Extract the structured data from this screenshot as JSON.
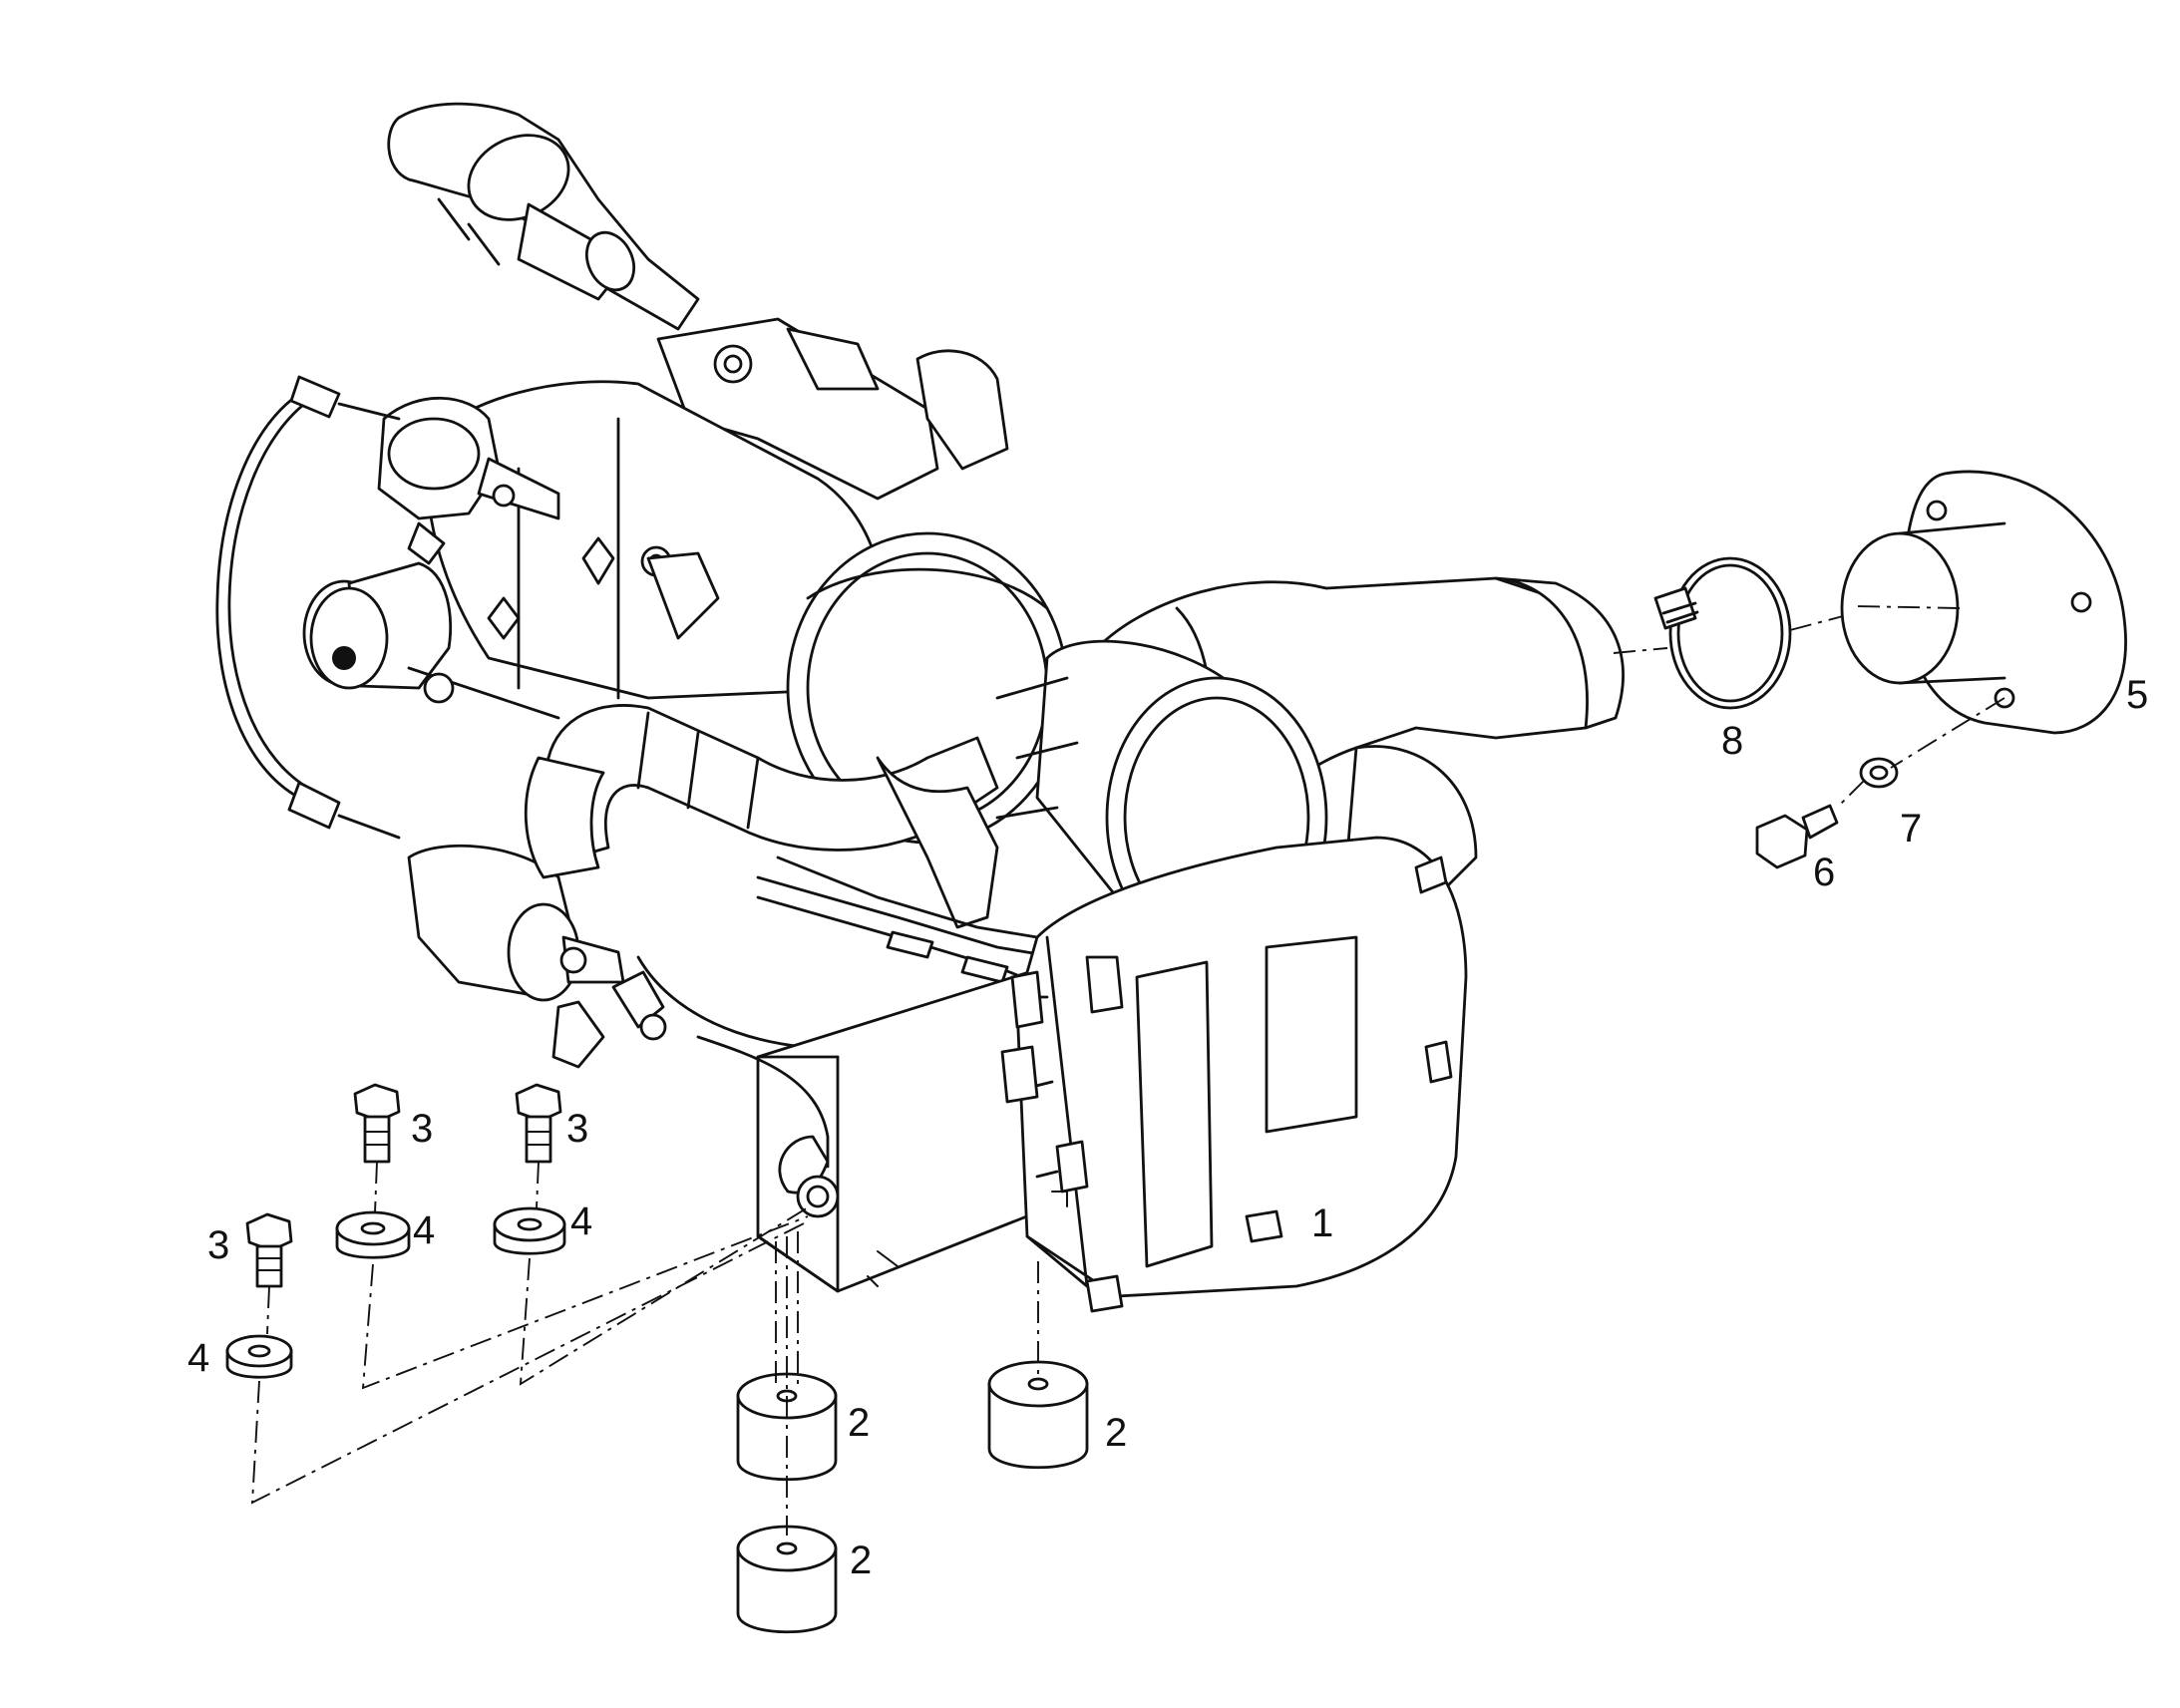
{
  "colors": {
    "line": "#111111",
    "background": "#ffffff"
  },
  "callouts": [
    {
      "id": "c1",
      "label": "1"
    },
    {
      "id": "c2a",
      "label": "2"
    },
    {
      "id": "c2b",
      "label": "2"
    },
    {
      "id": "c2c",
      "label": "2"
    },
    {
      "id": "c3a",
      "label": "3"
    },
    {
      "id": "c3b",
      "label": "3"
    },
    {
      "id": "c3c",
      "label": "3"
    },
    {
      "id": "c4a",
      "label": "4"
    },
    {
      "id": "c4b",
      "label": "4"
    },
    {
      "id": "c4c",
      "label": "4"
    },
    {
      "id": "c5",
      "label": "5"
    },
    {
      "id": "c6",
      "label": "6"
    },
    {
      "id": "c7",
      "label": "7"
    },
    {
      "id": "c8",
      "label": "8"
    }
  ]
}
